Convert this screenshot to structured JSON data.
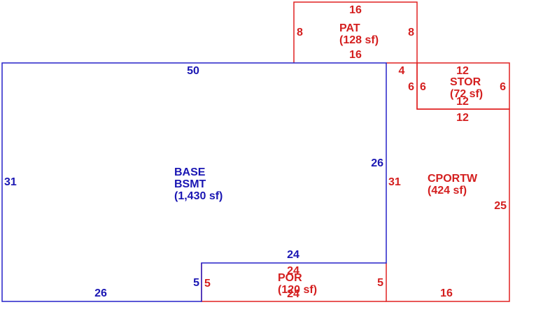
{
  "colors": {
    "base": "#1a16b3",
    "addition": "#d41f1f"
  },
  "areas": {
    "base": {
      "name_line1": "BASE",
      "name_line2": "BSMT",
      "area": "(1,430 sf)"
    },
    "pat": {
      "name": "PAT",
      "area": "(128 sf)"
    },
    "stor": {
      "name": "STOR",
      "area": "(72 sf)"
    },
    "cportw": {
      "name": "CPORTW",
      "area": "(424 sf)"
    },
    "por": {
      "name": "POR",
      "area": "(120 sf)"
    }
  },
  "dims": {
    "base_top": "50",
    "base_left": "31",
    "base_right": "26",
    "base_bottom": "26",
    "base_notch_top": "24",
    "base_notch_side": "5",
    "pat_top": "16",
    "pat_bottom": "16",
    "pat_left": "8",
    "pat_right": "8",
    "stor_top": "12",
    "stor_bottom": "12",
    "stor_left": "6",
    "stor_right": "6",
    "cport_top": "4",
    "cport_left_upper": "6",
    "cport_stor_bottom": "12",
    "cport_left": "31",
    "cport_right": "25",
    "cport_bottom": "16",
    "por_top": "24",
    "por_bottom": "24",
    "por_left": "5",
    "por_right": "5"
  }
}
